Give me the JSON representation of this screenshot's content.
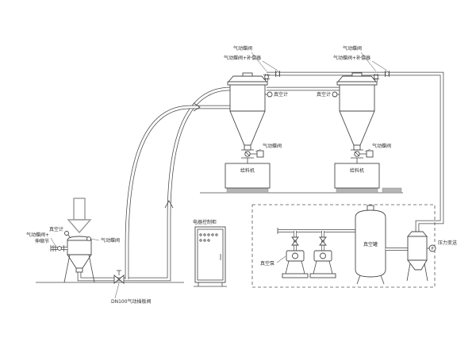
{
  "colors": {
    "line": "#474747",
    "foundation": "#b5b5b5"
  },
  "diagram": {
    "receiver1": {
      "valve_top": "气动蝶阀",
      "valve_top_comp": "气动蝶阀+补偿器",
      "vacuum_gauge": "真空计",
      "discharge_valve": "气动蝶阀",
      "machine": "给料机"
    },
    "receiver2": {
      "valve_top": "气动蝶阀",
      "valve_top_comp": "气动蝶阀+补偿器",
      "vacuum_gauge": "真空计",
      "discharge_valve": "气动蝶阀",
      "machine": "给料机"
    },
    "feeder": {
      "gauge": "真空计",
      "butterfly": "气动蝶阀",
      "expansion_line1": "气动蝶阀+",
      "expansion_line2": "伸缩节",
      "slide_valve": "DN100气动插板阀"
    },
    "cabinet": {
      "label": "电器控制柜"
    },
    "pump_station": {
      "pump": "真空泵",
      "tank": "真空罐",
      "pressure": "压力变送",
      "gauge_letter": "P"
    }
  }
}
